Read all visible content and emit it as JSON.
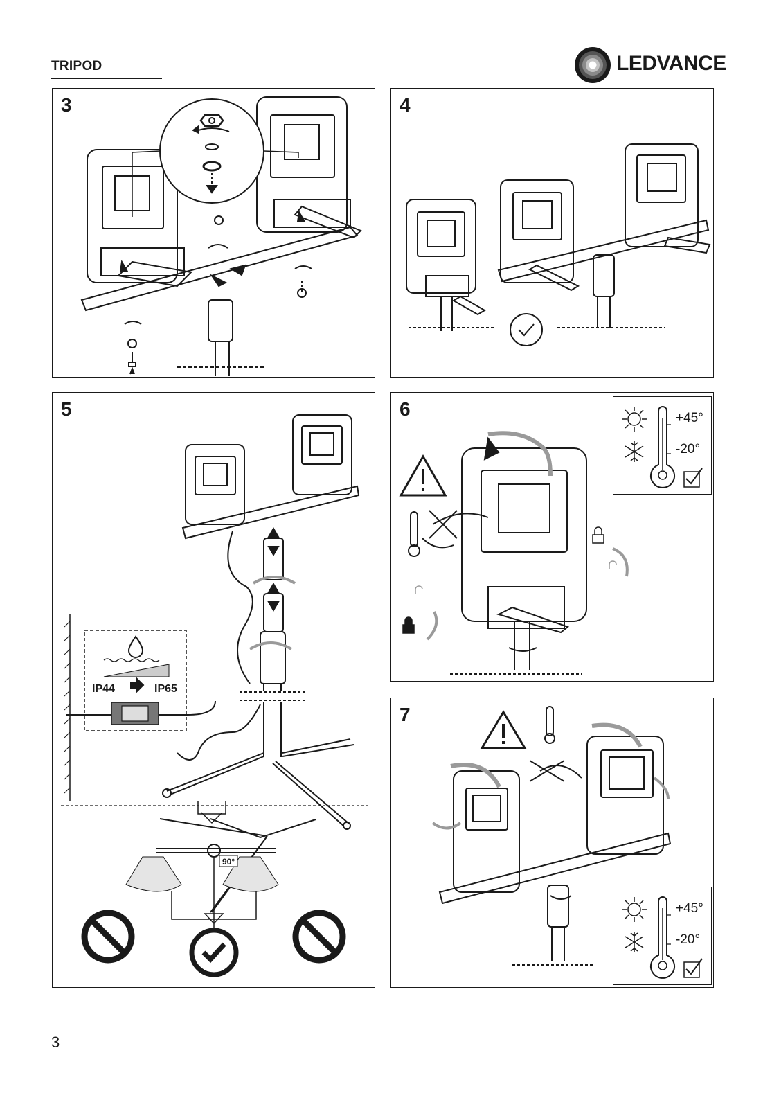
{
  "header": {
    "section_title": "TRIPOD",
    "brand": "LEDVANCE"
  },
  "steps": {
    "s3": "3",
    "s4": "4",
    "s5": "5",
    "s6": "6",
    "s7": "7"
  },
  "protection": {
    "from": "IP44",
    "to": "IP65"
  },
  "rotation_angle": "90°",
  "temperature_range": {
    "max": "+45°",
    "min": "-20°"
  },
  "page_number": "3",
  "icons": [
    "ledvance-logo-icon",
    "sun-icon",
    "snowflake-icon",
    "thermometer-icon",
    "checkbox-checked-icon",
    "warning-triangle-icon",
    "padlock-closed-icon",
    "padlock-open-icon",
    "water-drop-icon",
    "check-circle-icon",
    "prohibited-icon",
    "arrow-right-icon"
  ],
  "colors": {
    "ink": "#1a1a1a",
    "grey_arrow": "#9a9a9a",
    "panel_border": "#1a1a1a"
  }
}
